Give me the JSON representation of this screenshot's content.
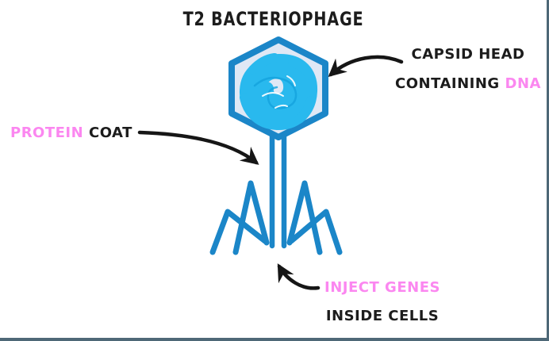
{
  "title": {
    "text": "T2 BACTERIOPHAGE"
  },
  "labels": {
    "capsid_head": {
      "line1": "CAPSID HEAD",
      "line2_prefix": "CONTAINING",
      "line2_highlight": "DNA"
    },
    "protein_coat": {
      "highlight": "PROTEIN",
      "suffix": "COAT"
    },
    "inject_genes": {
      "line1": "INJECT GENES",
      "line2": "INSIDE CELLS"
    }
  },
  "colors": {
    "frame_border": "#4e6877",
    "background": "#ffffff",
    "phage_outline": "#1b86c8",
    "capsid_fill": "#dfe8f5",
    "dna_scribble": "#29b9ee",
    "dna_scribble_dark": "#14a3dd",
    "highlight_pink": "#fb87f0",
    "text_black": "#1c1c1c",
    "arrow_black": "#161616"
  }
}
